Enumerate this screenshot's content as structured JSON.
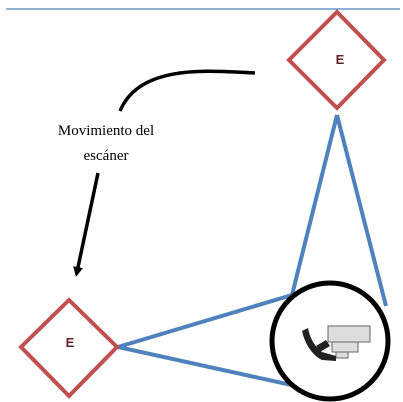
{
  "nodes": [
    {
      "id": "scanner-top",
      "label": "E"
    },
    {
      "id": "scanner-bottom",
      "label": "E"
    }
  ],
  "caption": {
    "line1": "Movimiento del",
    "line2": "escáner"
  },
  "colors": {
    "top_rule": "#4f81bd",
    "diamond_stroke": "#c0504d",
    "diamond_label": "#632523",
    "beam": "#4f81bd",
    "arrow": "#000000",
    "circle_stroke": "#000000",
    "object_dark": "#222222",
    "object_light": "#dddddd"
  },
  "icons": {
    "movement_arrow": "curved-arrow-icon",
    "scanned_object": "ceramic-profile-icon"
  }
}
